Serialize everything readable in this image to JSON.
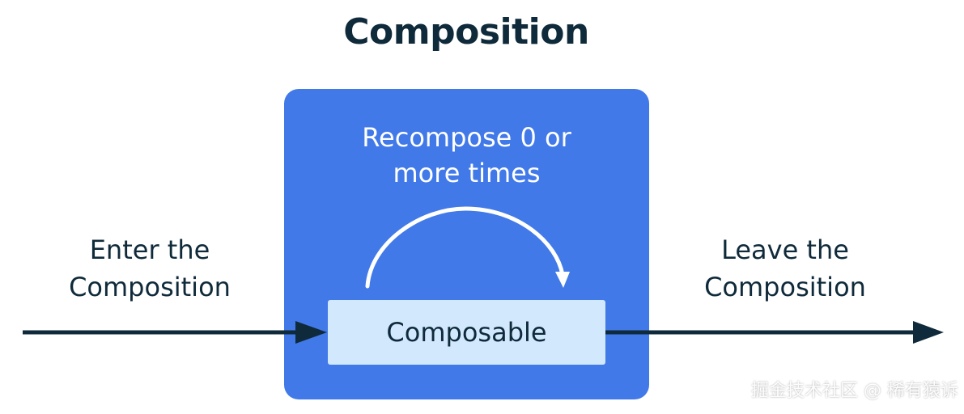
{
  "title": "Composition",
  "composition_box": {
    "recompose_line1": "Recompose 0 or",
    "recompose_line2": "more times"
  },
  "enter": {
    "line1": "Enter the",
    "line2": "Composition"
  },
  "leave": {
    "line1": "Leave the",
    "line2": "Composition"
  },
  "composable_label": "Composable",
  "watermark": "掘金技术社区 @ 稀有猿诉",
  "colors": {
    "title_text": "#0f2a3a",
    "box_fill": "#4179e8",
    "composable_fill": "#d2e8fc",
    "arrow": "#0f2a3a",
    "recompose_arrow": "#ffffff"
  }
}
